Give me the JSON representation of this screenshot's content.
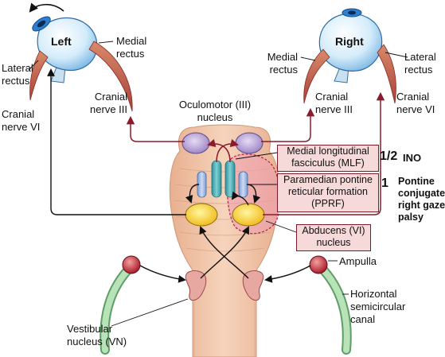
{
  "eyes": {
    "left": {
      "title": "Left"
    },
    "right": {
      "title": "Right"
    }
  },
  "labels": {
    "lateral_rectus_left": [
      "Lateral",
      "rectus"
    ],
    "medial_rectus_left": [
      "Medial",
      "rectus"
    ],
    "cranial_nerve_vi_left": [
      "Cranial",
      "nerve VI"
    ],
    "cranial_nerve_iii_left": [
      "Cranial",
      "nerve III"
    ],
    "medial_rectus_right": [
      "Medial",
      "rectus"
    ],
    "lateral_rectus_right": [
      "Lateral",
      "rectus"
    ],
    "cranial_nerve_iii_right": [
      "Cranial",
      "nerve III"
    ],
    "cranial_nerve_vi_right": [
      "Cranial",
      "nerve VI"
    ],
    "oculomotor_nucleus": [
      "Oculomotor (III)",
      "nucleus"
    ],
    "ampulla": "Ampulla",
    "horizontal_canal": [
      "Horizontal",
      "semicircular",
      "canal"
    ],
    "vestibular_nucleus": [
      "Vestibular",
      "nucleus (VN)"
    ]
  },
  "boxes": {
    "mlf": [
      "Medial longitudinal",
      "fasciculus (MLF)"
    ],
    "pprf": [
      "Paramedian pontine",
      "reticular formation",
      "(PPRF)"
    ],
    "abducens": [
      "Abducens (VI)",
      "nucleus"
    ]
  },
  "lesions": {
    "ino_number": "1/2",
    "ino_label": "INO",
    "pontine_number": "1",
    "pontine_label": [
      "Pontine",
      "conjugate",
      "right gaze",
      "palsy"
    ]
  },
  "colors": {
    "nerve": "#8b1a2c",
    "eye_blue": "#3d8fd4",
    "muscle": "#b5523f",
    "brainstem": "#f0c6a8",
    "oculomotor_nucleus": "#a990cc",
    "abducens_nucleus": "#f2cd2a",
    "mlf": "#4bb0b8",
    "pprf": "#9fb8e0",
    "canal": "#a8d8a8",
    "ampulla": "#c0303a",
    "lesion": "#e8a0b0"
  }
}
